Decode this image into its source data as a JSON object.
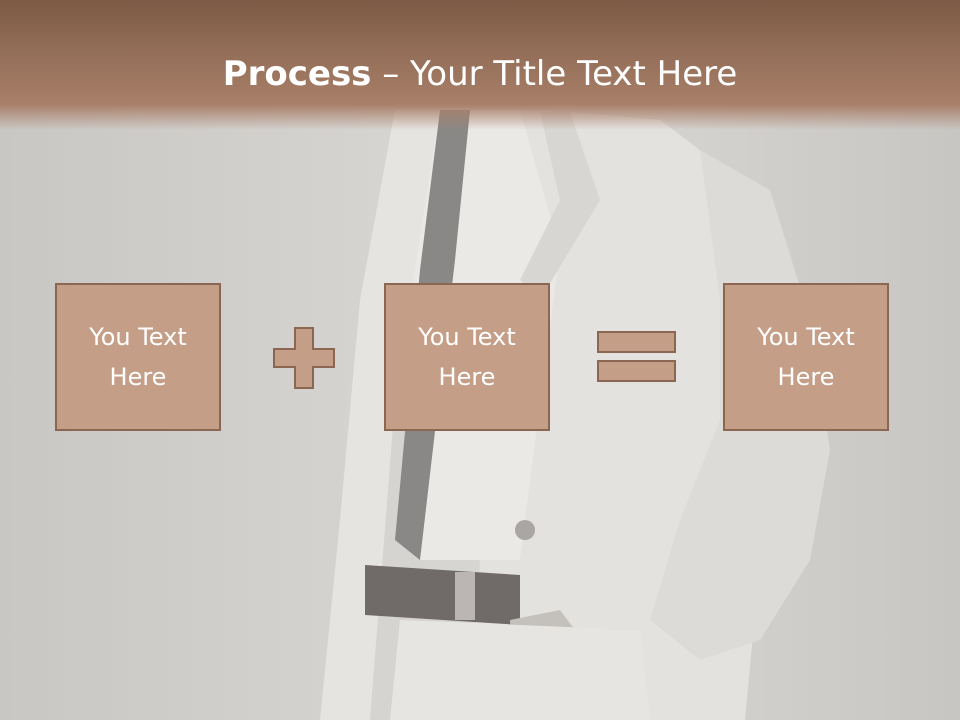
{
  "title": {
    "bold": "Process",
    "rest": " – Your Title Text Here"
  },
  "boxes": [
    {
      "line1": "You Text",
      "line2": "Here"
    },
    {
      "line1": "You Text",
      "line2": "Here"
    },
    {
      "line1": "You Text",
      "line2": "Here"
    }
  ],
  "operators": [
    "plus-icon",
    "equals-icon"
  ],
  "colors": {
    "header": "#96705a",
    "box_fill": "#c59e87",
    "box_border": "#8b6653",
    "text": "#ffffff"
  }
}
